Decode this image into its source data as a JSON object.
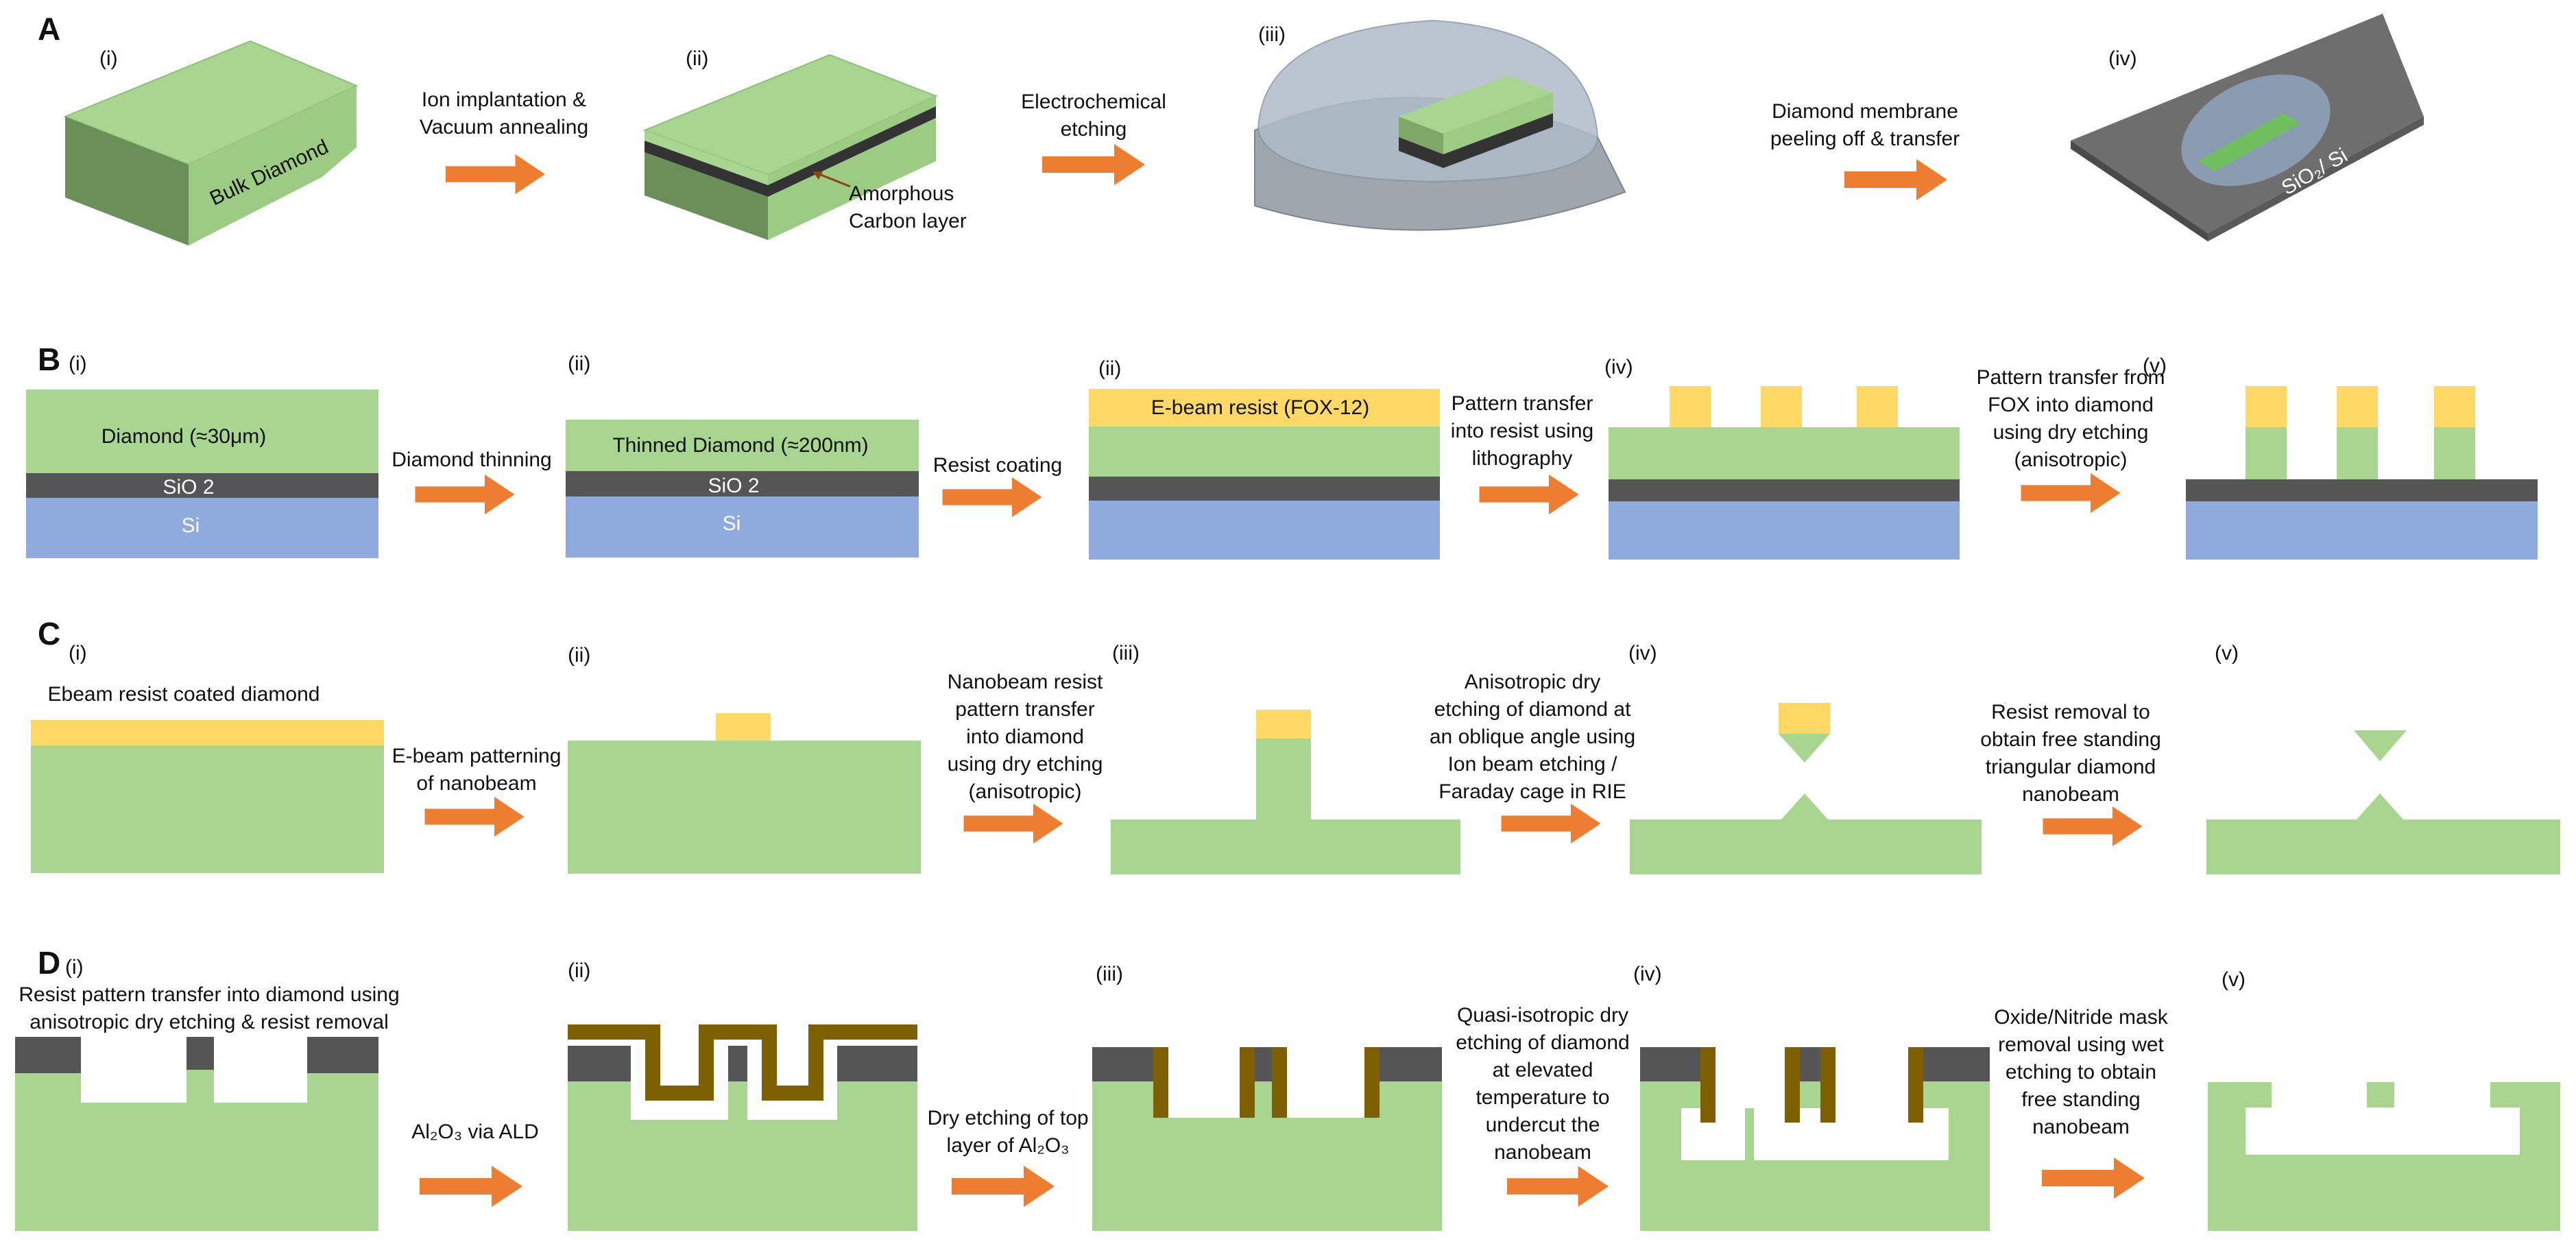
{
  "colors": {
    "diamond": "#a8d590",
    "diamond_side": "#7fa868",
    "diamond_front": "#6b8f58",
    "resist": "#ffd966",
    "oxide": "#555555",
    "silicon": "#8faadc",
    "alumina": "#7f6000",
    "arrow": "#ed7d31",
    "substrate": "#6e6e6e",
    "bath": "#b9c3cc"
  },
  "rows": {
    "A": {
      "letter": "A",
      "steps": [
        {
          "roman": "(i)",
          "label": [
            "Bulk Diamond"
          ]
        },
        {
          "roman": "(ii)",
          "label": [
            "Amorphous",
            "Carbon layer"
          ]
        },
        {
          "roman": "(iii)",
          "label": []
        },
        {
          "roman": "(iv)",
          "label": [
            "SiO₂/ Si"
          ]
        }
      ],
      "arrows": [
        {
          "label": [
            "Ion implantation &",
            "Vacuum annealing"
          ]
        },
        {
          "label": [
            "Electrochemical",
            "etching"
          ]
        },
        {
          "label": [
            "Diamond membrane",
            "peeling off & transfer"
          ]
        }
      ]
    },
    "B": {
      "letter": "B",
      "steps": [
        {
          "roman": "(i)",
          "labels": [
            "Diamond (≈30μm)",
            "SiO 2",
            "Si"
          ]
        },
        {
          "roman": "(ii)",
          "labels": [
            "Thinned Diamond (≈200nm)",
            "SiO 2",
            "Si"
          ]
        },
        {
          "roman": "(ii)",
          "labels": [
            "E-beam resist (FOX-12)"
          ]
        },
        {
          "roman": "(iv)",
          "labels": []
        },
        {
          "roman": "(v)",
          "labels": []
        }
      ],
      "arrows": [
        {
          "label": [
            "Diamond thinning"
          ]
        },
        {
          "label": [
            "Resist coating"
          ]
        },
        {
          "label": [
            "Pattern transfer",
            "into resist using",
            "lithography"
          ]
        },
        {
          "label": [
            "Pattern transfer from",
            "FOX into diamond",
            "using dry etching",
            "(anisotropic)"
          ]
        }
      ]
    },
    "C": {
      "letter": "C",
      "steps": [
        {
          "roman": "(i)",
          "label": [
            "Ebeam resist coated diamond"
          ]
        },
        {
          "roman": "(ii)",
          "label": []
        },
        {
          "roman": "(iii)",
          "label": []
        },
        {
          "roman": "(iv)",
          "label": []
        },
        {
          "roman": "(v)",
          "label": []
        }
      ],
      "arrows": [
        {
          "label": [
            "E-beam patterning",
            "of nanobeam"
          ]
        },
        {
          "label": [
            "Nanobeam resist",
            "pattern transfer",
            "into diamond",
            "using dry etching",
            "(anisotropic)"
          ]
        },
        {
          "label": [
            "Anisotropic dry",
            "etching of diamond at",
            "an oblique angle using",
            "Ion beam etching /",
            "Faraday cage in RIE"
          ]
        },
        {
          "label": [
            "Resist removal to",
            "obtain free standing",
            "triangular diamond",
            "nanobeam"
          ]
        }
      ]
    },
    "D": {
      "letter": "D",
      "steps": [
        {
          "roman": "(i)",
          "label": [
            "Resist pattern transfer into diamond using",
            "anisotropic dry etching & resist removal"
          ]
        },
        {
          "roman": "(ii)",
          "label": []
        },
        {
          "roman": "(iii)",
          "label": []
        },
        {
          "roman": "(iv)",
          "label": []
        },
        {
          "roman": "(v)",
          "label": []
        }
      ],
      "arrows": [
        {
          "label": [
            "Al₂O₃ via ALD"
          ]
        },
        {
          "label": [
            "Dry etching of top",
            "layer of Al₂O₃"
          ]
        },
        {
          "label": [
            "Quasi-isotropic  dry",
            "etching of diamond",
            "at elevated",
            "temperature to",
            "undercut the",
            "nanobeam"
          ]
        },
        {
          "label": [
            "Oxide/Nitride mask",
            "removal using wet",
            "etching to obtain",
            "free standing",
            "nanobeam"
          ]
        }
      ]
    }
  }
}
